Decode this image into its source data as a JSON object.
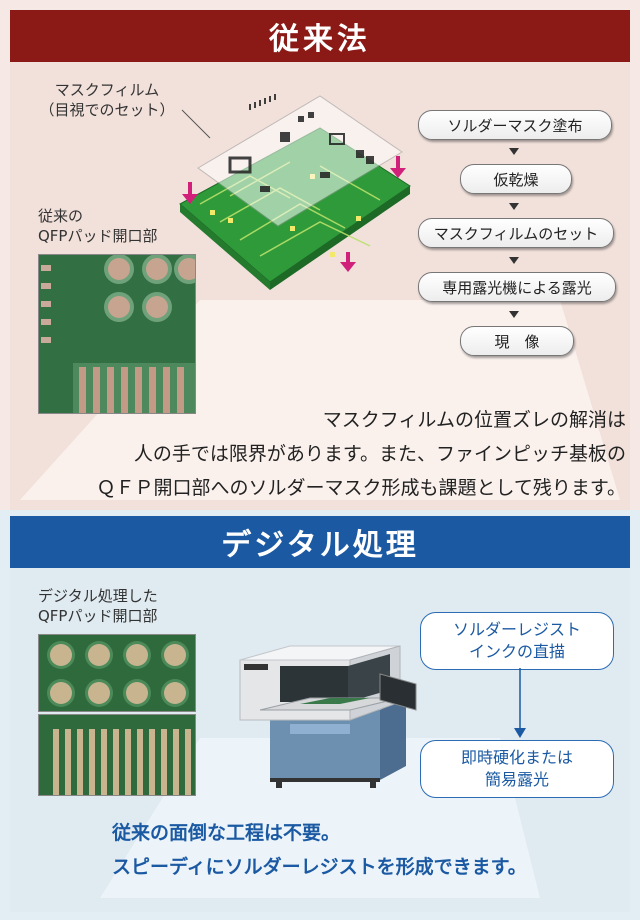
{
  "conventional": {
    "title": "従来法",
    "film_label_line1": "マスクフィルム",
    "film_label_line2": "（目視でのセット）",
    "qfp_label_line1": "従来の",
    "qfp_label_line2": "QFPパッド開口部",
    "steps": [
      "ソルダーマスク塗布",
      "仮乾燥",
      "マスクフィルムのセット",
      "専用露光機による露光",
      "現　像"
    ],
    "desc_line1": "マスクフィルムの位置ズレの解消は",
    "desc_line2": "人の手では限界があります。また、ファインピッチ基板の",
    "desc_line3": "ＱＦＰ開口部へのソルダーマスク形成も課題として残ります。"
  },
  "digital": {
    "title": "デジタル処理",
    "qfp_label_line1": "デジタル処理した",
    "qfp_label_line2": "QFPパッド開口部",
    "bubble1_line1": "ソルダーレジスト",
    "bubble1_line2": "インクの直描",
    "bubble2_line1": "即時硬化または",
    "bubble2_line2": "簡易露光",
    "desc_line1": "従来の面倒な工程は不要。",
    "desc_line2": "スピーディにソルダーレジストを形成できます。"
  },
  "colors": {
    "conventional_accent": "#8b1a16",
    "digital_accent": "#1b5aa3",
    "pcb_green": "#2f9a3a",
    "arrow_magenta": "#d0207a"
  }
}
